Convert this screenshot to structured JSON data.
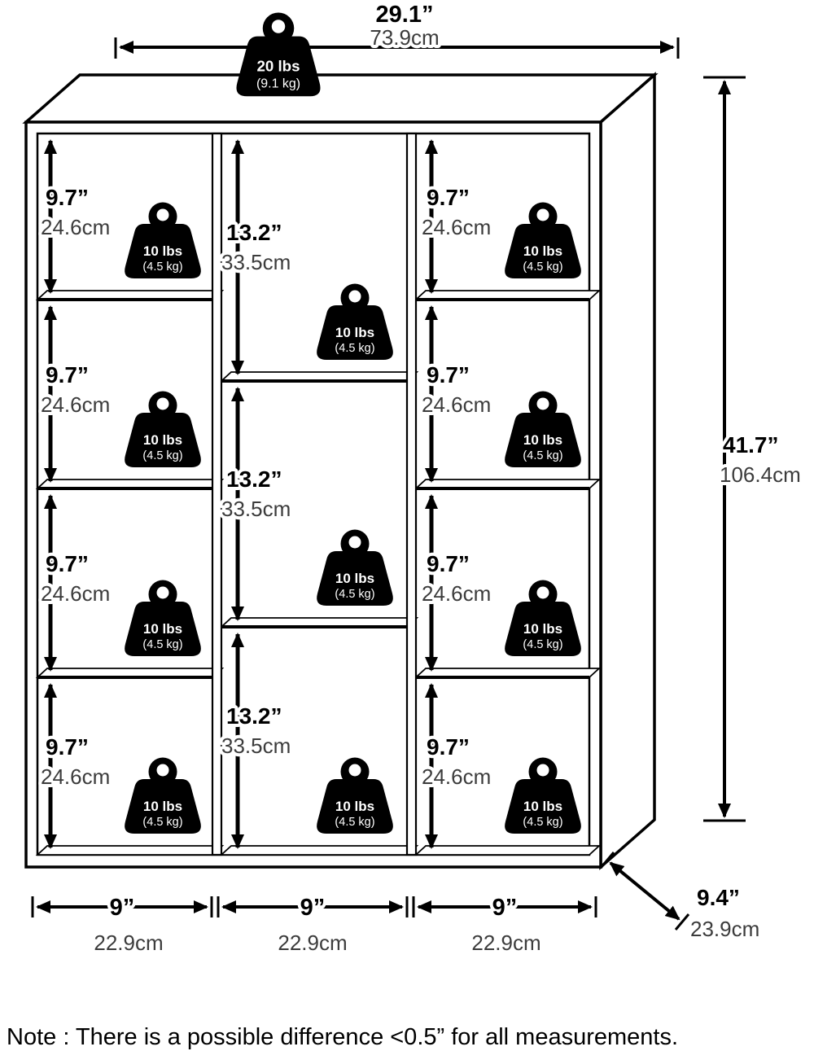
{
  "diagram": {
    "overall": {
      "width_in": "29.1”",
      "width_cm": "73.9cm",
      "height_in": "41.7”",
      "height_cm": "106.4cm",
      "depth_in": "9.4”",
      "depth_cm": "23.9cm"
    },
    "top_load": {
      "weight": "20 lbs",
      "weight_kg": "(9.1 kg)"
    },
    "cube_load": {
      "weight": "10 lbs",
      "weight_kg": "(4.5 kg)"
    },
    "columns": [
      {
        "id": "left",
        "width_in": "9”",
        "width_cm": "22.9cm",
        "cubes": [
          {
            "height_in": "9.7”",
            "height_cm": "24.6cm"
          },
          {
            "height_in": "9.7”",
            "height_cm": "24.6cm"
          },
          {
            "height_in": "9.7”",
            "height_cm": "24.6cm"
          },
          {
            "height_in": "9.7”",
            "height_cm": "24.6cm"
          }
        ]
      },
      {
        "id": "middle",
        "width_in": "9”",
        "width_cm": "22.9cm",
        "cubes": [
          {
            "height_in": "13.2”",
            "height_cm": "33.5cm"
          },
          {
            "height_in": "13.2”",
            "height_cm": "33.5cm"
          },
          {
            "height_in": "13.2”",
            "height_cm": "33.5cm"
          }
        ]
      },
      {
        "id": "right",
        "width_in": "9”",
        "width_cm": "22.9cm",
        "cubes": [
          {
            "height_in": "9.7”",
            "height_cm": "24.6cm"
          },
          {
            "height_in": "9.7”",
            "height_cm": "24.6cm"
          },
          {
            "height_in": "9.7”",
            "height_cm": "24.6cm"
          },
          {
            "height_in": "9.7”",
            "height_cm": "24.6cm"
          }
        ]
      }
    ],
    "note": "Note : There is a possible difference <0.5” for all measurements."
  }
}
